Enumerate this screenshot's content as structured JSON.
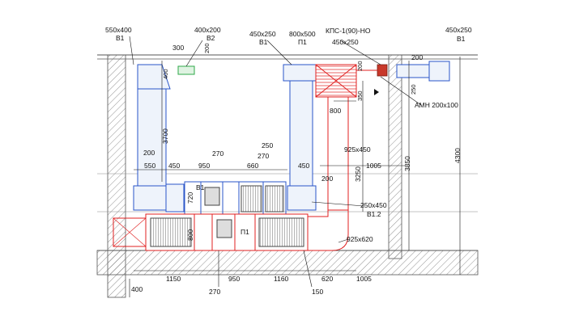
{
  "labels": {
    "b1_top_left_size": "550x400",
    "b1_top_left_name": "B1",
    "b2_size": "400x200",
    "b2_name": "B2",
    "b1_top_mid_size": "450x250",
    "b1_top_mid_name": "B1",
    "p1_top_size": "800x500",
    "p1_top_name": "П1",
    "kps_name": "КПС-1(90)-НО",
    "kps_size": "450x250",
    "b1_top_right_size": "450x250",
    "b1_top_right_name": "B1",
    "amn": "АМН 200х100",
    "duct_925x450": "925x450",
    "duct_250x450": "250x450",
    "b1_2": "B1.2",
    "duct_925x620": "925x620",
    "unit_b1": "B1",
    "unit_p1": "П1"
  },
  "dims": {
    "d300": "300",
    "d200_top": "200",
    "d400_v": "400",
    "d3700": "3700",
    "d200_left": "200",
    "d550": "550",
    "d450_a": "450",
    "d950_a": "950",
    "d270_a": "270",
    "d660": "660",
    "d270_b": "270",
    "d250": "250",
    "d450_b": "450",
    "d200_mid": "200",
    "d800_top": "800",
    "d350": "350",
    "d200_kps": "200",
    "d3250": "3250",
    "d1005_a": "1005",
    "d200_right": "200",
    "d250_right": "250",
    "d3850": "3850",
    "d4300": "4300",
    "d720": "720",
    "d800_v": "800",
    "d400_bot": "400",
    "d1150": "1150",
    "d270_bot": "270",
    "d950_bot": "950",
    "d1160": "1160",
    "d620": "620",
    "d1005_b": "1005",
    "d150": "150"
  },
  "colors": {
    "supply": "#e02020",
    "exhaust": "#2a55c8",
    "outdoor": "#2fa84a",
    "damper": "#c8382a",
    "wall": "#555555"
  }
}
